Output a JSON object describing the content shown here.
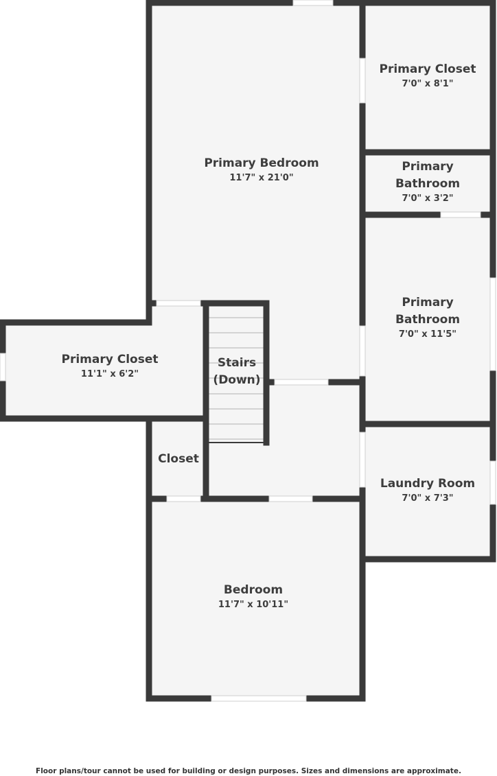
{
  "rooms": [
    {
      "name": "Primary Closet",
      "dims": "7'0\" x 8'1\""
    },
    {
      "name": "Primary Bedroom",
      "dims": "11'7\" x 21'0\""
    },
    {
      "name": "Primary Bathroom",
      "dims": "7'0\" x 3'2\""
    },
    {
      "name": "Primary Bathroom",
      "dims": "7'0\" x 11'5\""
    },
    {
      "name": "Primary Closet",
      "dims": "11'1\" x 6'2\""
    },
    {
      "name": "Stairs (Down)"
    },
    {
      "name": "Closet"
    },
    {
      "name": "Laundry Room",
      "dims": "7'0\" x 7'3\""
    },
    {
      "name": "Bedroom",
      "dims": "11'7\" x 10'11\""
    }
  ],
  "disclaimer": "Floor plans/tour cannot be used for building or design purposes. Sizes and dimensions are approximate.",
  "colors": {
    "wall": "#3a3a3a",
    "floor": "#f5f5f5",
    "opening": "#ffffff"
  }
}
